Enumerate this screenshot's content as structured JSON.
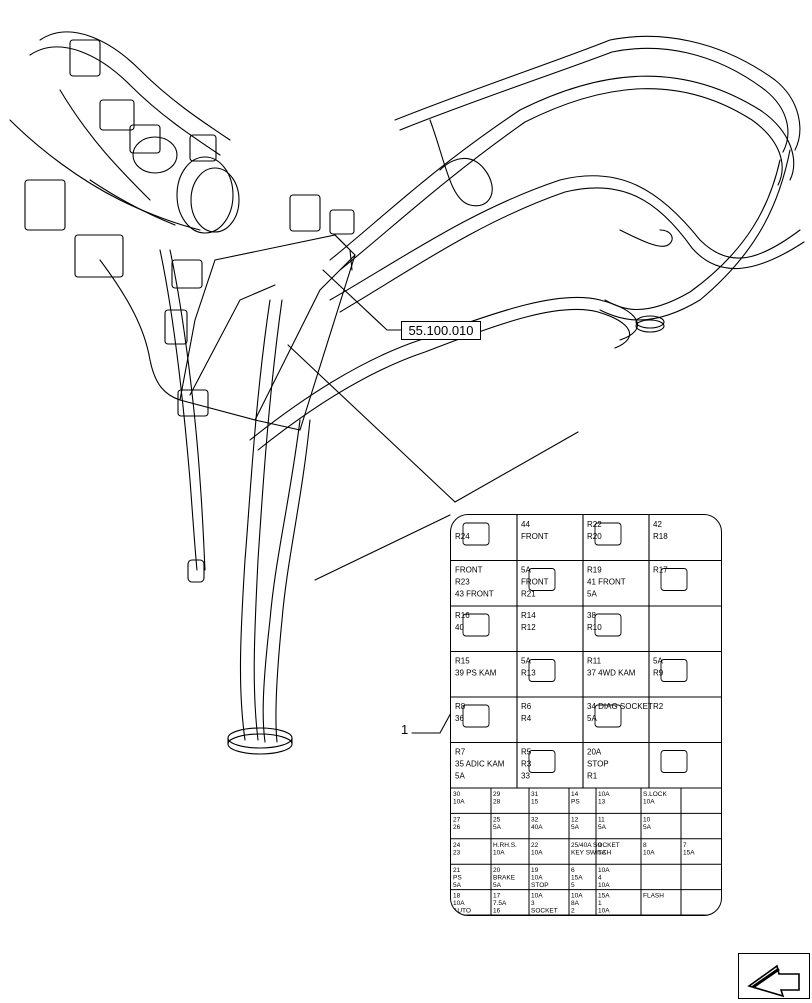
{
  "callout": {
    "ref_code": "55.100.010",
    "item_number": "1"
  },
  "fuse_panel": {
    "relay_rows": [
      [
        "",
        "R24",
        "44",
        "FRONT",
        "R22",
        "R20",
        "42",
        "R18"
      ],
      [
        "FRONT",
        "R23",
        "43 FRONT",
        "5A",
        "FRONT",
        "R21",
        "R19",
        "41 FRONT",
        "5A",
        "R17"
      ],
      [
        "R16",
        "40",
        "R14",
        "R12",
        "38",
        "R10"
      ],
      [
        "R15",
        "39 PS KAM",
        "5A",
        "R13",
        "R11",
        "37 4WD KAM",
        "5A",
        "R9"
      ],
      [
        "R8",
        "36",
        "R6",
        "R4",
        "34 DIAG SOCKET",
        "5A",
        "R2"
      ],
      [
        "R7",
        "35 ADIC KAM",
        "5A",
        "R5",
        "R3",
        "33",
        "20A",
        "STOP",
        "R1"
      ]
    ],
    "fuse_rows": [
      [
        "30",
        "10A",
        "29",
        "28",
        "31",
        "15",
        "14",
        "PS",
        "10A",
        "13",
        "S.LOCK",
        "10A"
      ],
      [
        "27",
        "26",
        "25",
        "5A",
        "32",
        "40A",
        "12",
        "5A",
        "11",
        "5A",
        "10",
        "5A"
      ],
      [
        "24",
        "23",
        "H.RH.S.",
        "10A",
        "22",
        "10A",
        "25/40A SOCKET",
        "KEY SWITCH",
        "9",
        "5A",
        "8",
        "10A",
        "7",
        "15A"
      ],
      [
        "21",
        "PS",
        "5A",
        "20",
        "BRAKE",
        "5A",
        "19",
        "10A",
        "STOP",
        "6",
        "15A",
        "5",
        "10A",
        "4",
        "10A"
      ],
      [
        "18",
        "10A",
        "AUTO",
        "17",
        "7.5A",
        "16",
        "10A",
        "3",
        "SOCKET",
        "10A",
        "8A",
        "2",
        "15A",
        "1",
        "10A",
        "FLASH"
      ]
    ]
  }
}
